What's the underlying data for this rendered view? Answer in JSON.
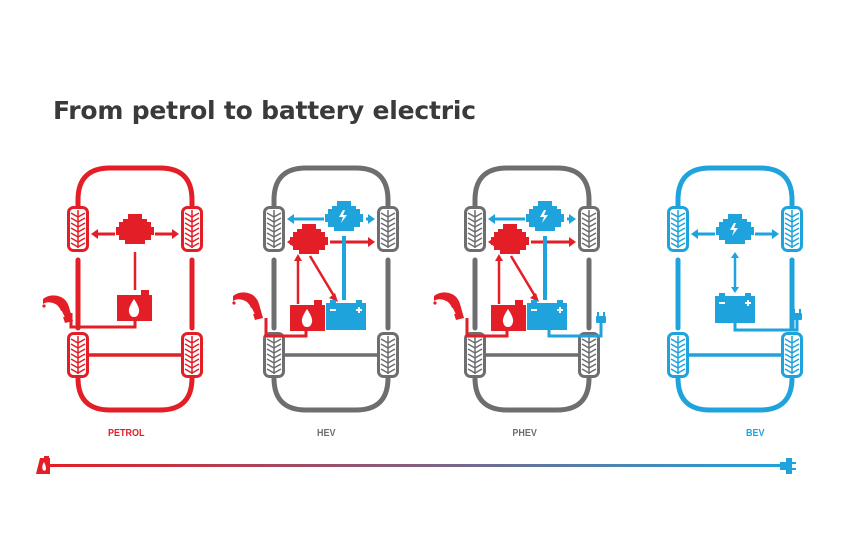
{
  "title": "From petrol to battery electric",
  "colors": {
    "petrol": "#e31e26",
    "electric": "#1fa3dc",
    "neutral": "#6d6e70",
    "title": "#3a3a3a"
  },
  "vehicles": [
    {
      "id": "petrol",
      "label": "PETROL",
      "label_color": "#e31e26",
      "body_color": "#e31e26",
      "engine": "combustion",
      "has_fuel_tank": true,
      "has_fuel_nozzle": true,
      "has_battery": false,
      "has_plug": false,
      "has_electric_motor": false
    },
    {
      "id": "hev",
      "label": "HEV",
      "label_color": "#6d6e70",
      "body_color": "#6d6e70",
      "engine": "hybrid",
      "has_fuel_tank": true,
      "has_fuel_nozzle": true,
      "has_battery": true,
      "has_plug": false,
      "has_electric_motor": true
    },
    {
      "id": "phev",
      "label": "PHEV",
      "label_color": "#6d6e70",
      "body_color": "#6d6e70",
      "engine": "hybrid",
      "has_fuel_tank": true,
      "has_fuel_nozzle": true,
      "has_battery": true,
      "has_plug": true,
      "has_electric_motor": true
    },
    {
      "id": "bev",
      "label": "BEV",
      "label_color": "#1fa3dc",
      "body_color": "#1fa3dc",
      "engine": "electric",
      "has_fuel_tank": false,
      "has_fuel_nozzle": false,
      "has_battery": true,
      "has_plug": true,
      "has_electric_motor": true
    }
  ],
  "scale": {
    "start_icon": "fuel-can-icon",
    "end_icon": "electric-plug-icon",
    "gradient_from": "#e31e26",
    "gradient_to": "#1fa3dc"
  }
}
